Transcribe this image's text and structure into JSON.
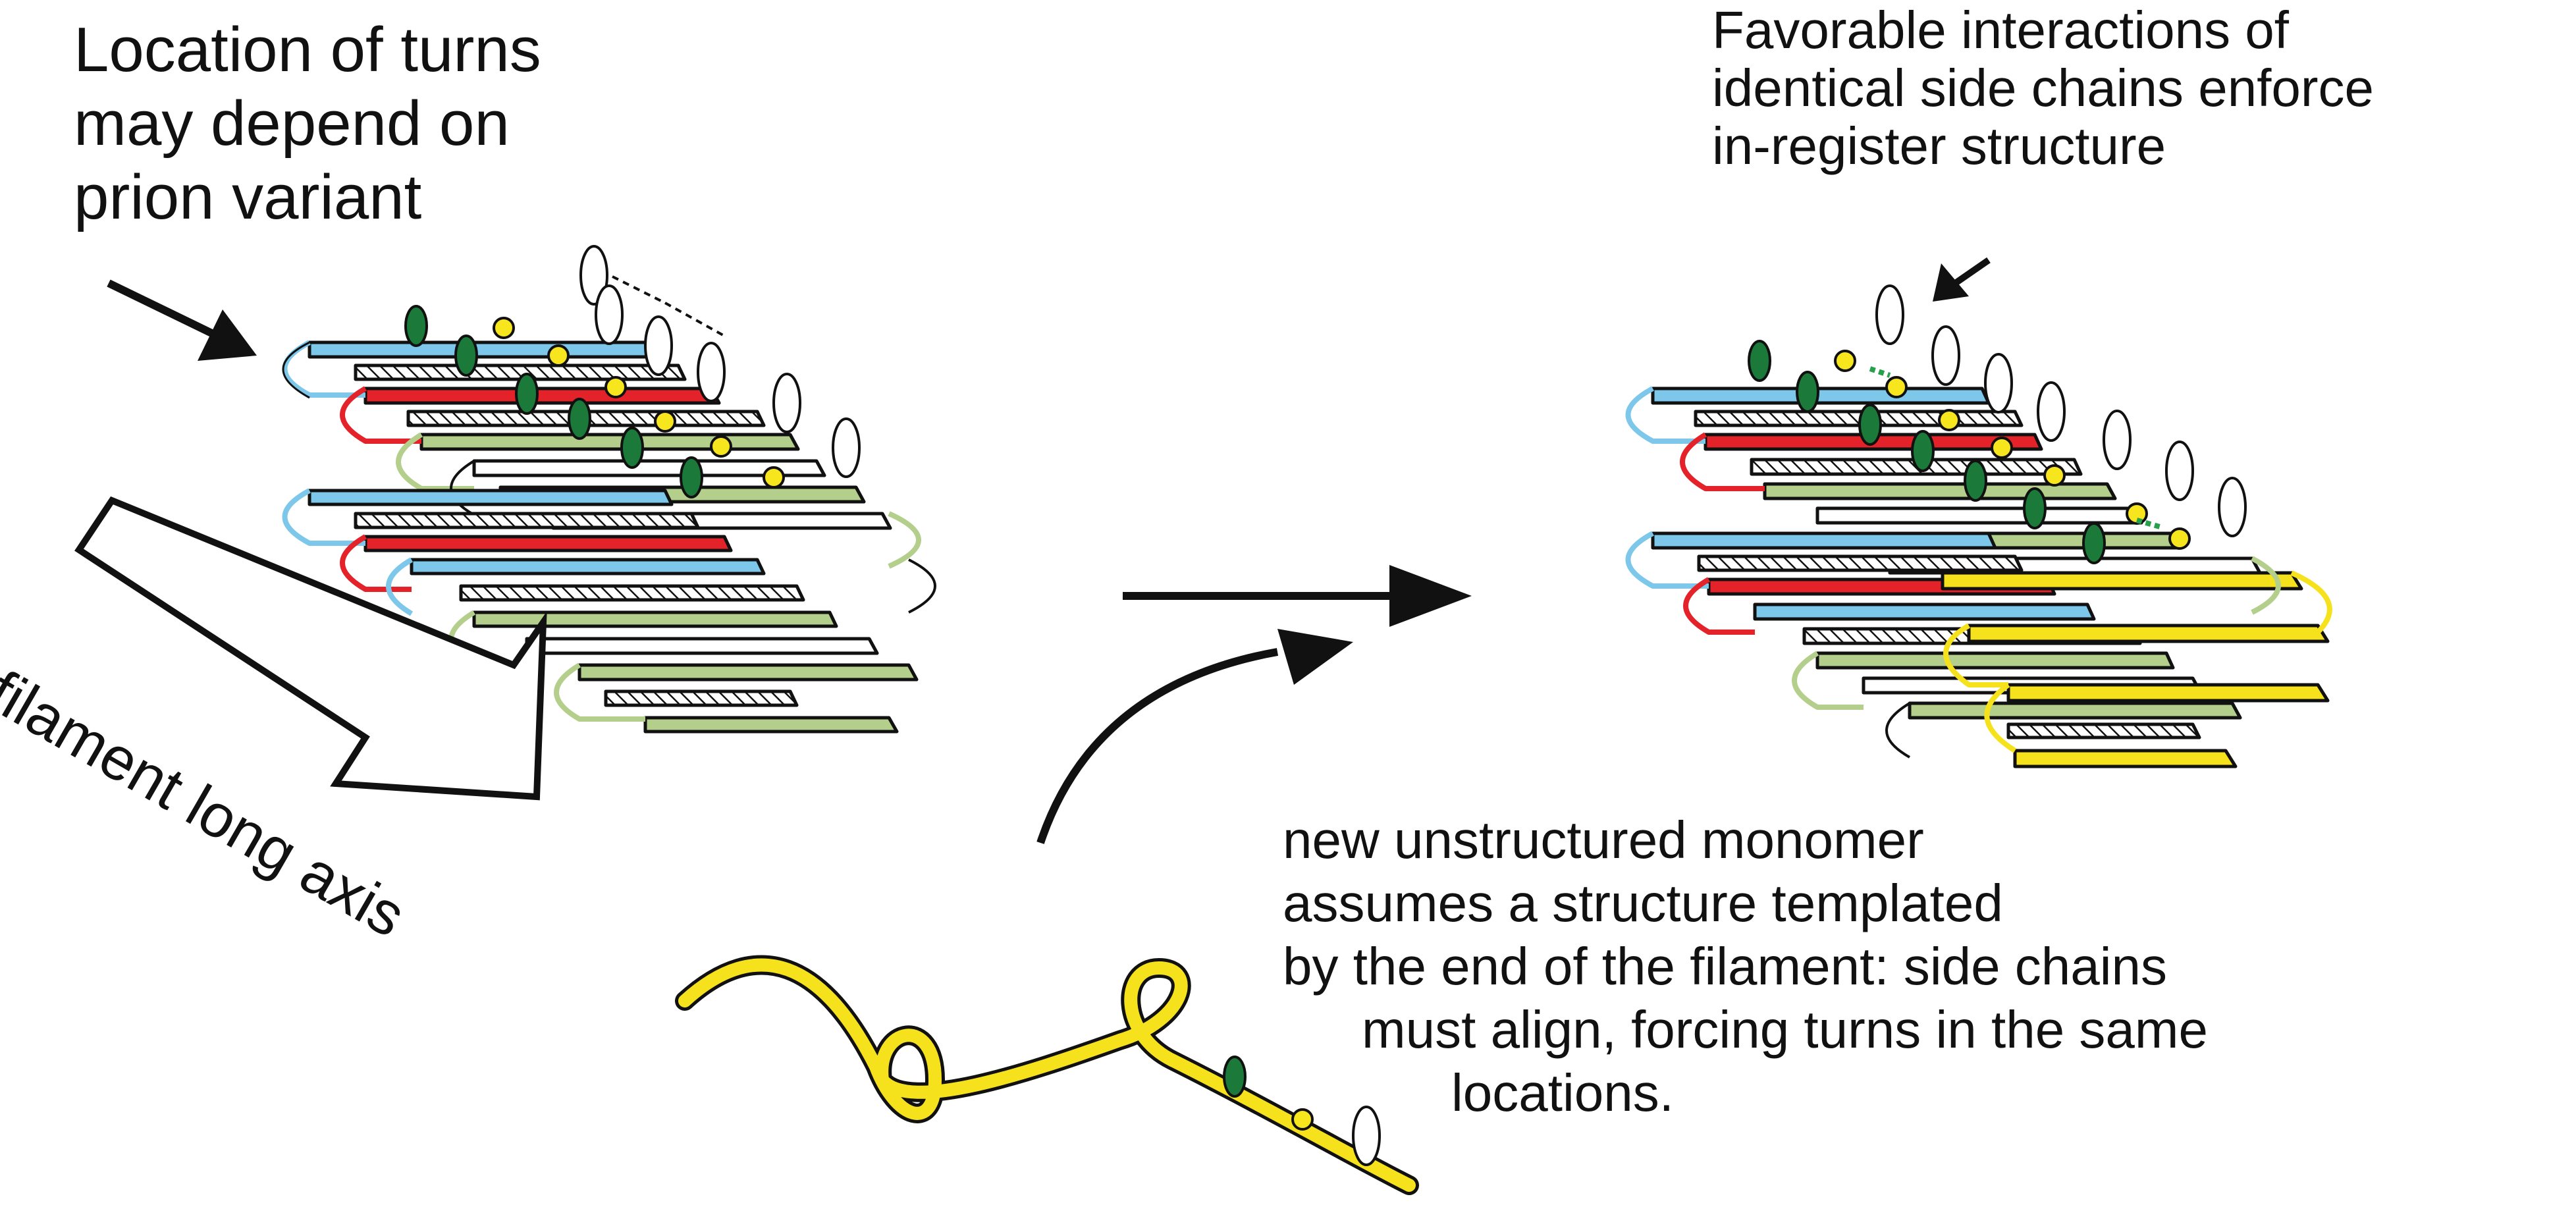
{
  "labels": {
    "turns": [
      "Location of turns",
      "may depend on",
      "prion variant"
    ],
    "favorable": [
      "Favorable interactions of",
      "identical side chains enforce",
      "in-register structure"
    ],
    "axis": "filament long axis",
    "monomer": [
      "new unstructured monomer",
      "assumes a structure templated",
      "by the end of the filament: side chains",
      "must align, forcing turns in the same",
      "locations."
    ]
  },
  "colors": {
    "strand_blue": "#7cc7ea",
    "strand_red": "#e3222a",
    "strand_green": "#b4cf8c",
    "strand_white": "#ffffff",
    "strand_yellow": "#f6e21c",
    "side_chain_dark_green": "#1b7a3a",
    "side_chain_yellow": "#f7e51e",
    "outline": "#111111"
  },
  "icons": [
    "arrow-icon",
    "curved-arrow-icon",
    "axis-arrow-icon",
    "side-chain-icon",
    "hatch-pattern"
  ]
}
